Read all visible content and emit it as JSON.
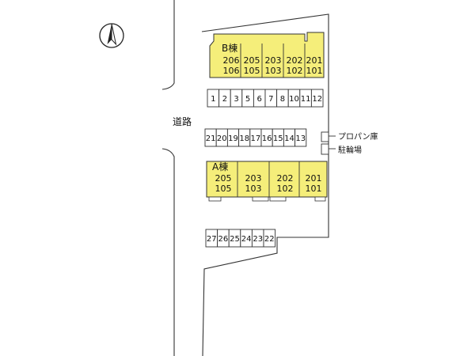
{
  "compass": {
    "icon": "north-arrow-icon"
  },
  "road": {
    "label": "道路"
  },
  "building_b": {
    "label": "B棟",
    "units": [
      {
        "upper": "206",
        "lower": "106"
      },
      {
        "upper": "205",
        "lower": "105"
      },
      {
        "upper": "203",
        "lower": "103"
      },
      {
        "upper": "202",
        "lower": "102"
      },
      {
        "upper": "201",
        "lower": "101"
      }
    ]
  },
  "building_a": {
    "label": "A棟",
    "units": [
      {
        "upper": "205",
        "lower": "105"
      },
      {
        "upper": "203",
        "lower": "103"
      },
      {
        "upper": "202",
        "lower": "102"
      },
      {
        "upper": "201",
        "lower": "101"
      }
    ]
  },
  "parking_row_1": [
    "1",
    "2",
    "3",
    "5",
    "6",
    "7",
    "8",
    "10",
    "11",
    "12"
  ],
  "parking_row_2": [
    "21",
    "20",
    "19",
    "18",
    "17",
    "16",
    "15",
    "14",
    "13"
  ],
  "parking_row_3": [
    "27",
    "26",
    "25",
    "24",
    "23",
    "22"
  ],
  "facilities": {
    "propane_shed": "プロパン庫",
    "bicycle_parking": "駐輪場"
  },
  "colors": {
    "building_fill": "#f5ee7a",
    "outline": "#333333"
  }
}
